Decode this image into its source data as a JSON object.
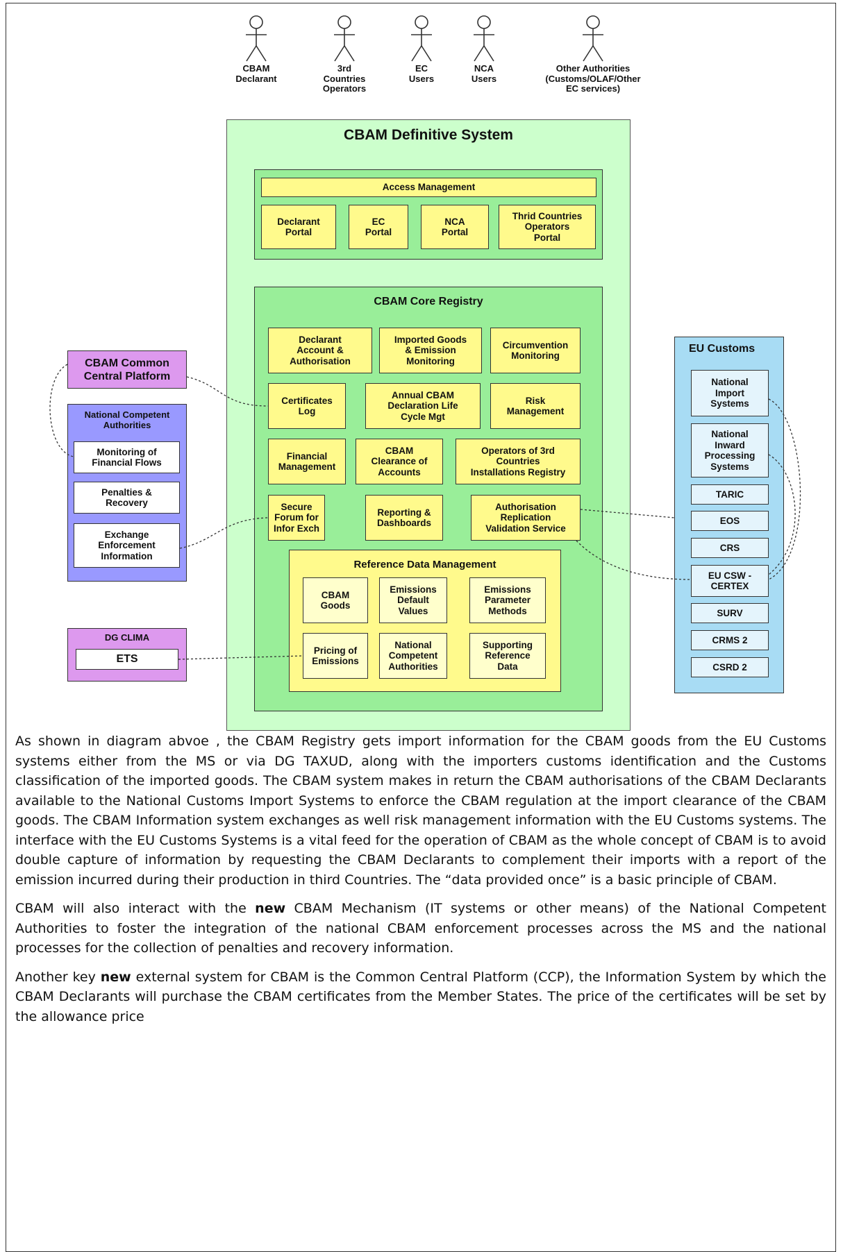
{
  "actors": [
    {
      "label": "CBAM\nDeclarant"
    },
    {
      "label": "3rd\nCountries\nOperators"
    },
    {
      "label": "EC\nUsers"
    },
    {
      "label": "NCA\nUsers"
    },
    {
      "label": "Other Authorities\n(Customs/OLAF/Other\nEC services)"
    }
  ],
  "definitive": {
    "title": "CBAM Definitive System",
    "access": {
      "title": "Access Management",
      "portals": [
        "Declarant\nPortal",
        "EC\nPortal",
        "NCA\nPortal",
        "Thrid Countries\nOperators\nPortal"
      ]
    },
    "core": {
      "title": "CBAM Core Registry",
      "modules": [
        "Declarant\nAccount &\nAuthorisation",
        "Imported Goods\n& Emission\nMonitoring",
        "Circumvention\nMonitoring",
        "Certificates\nLog",
        "Annual CBAM\nDeclaration Life\nCycle Mgt",
        "Risk\nManagement",
        "Financial\nManagement",
        "CBAM\nClearance of\nAccounts",
        "Operators of 3rd\nCountries\nInstallations Registry",
        "Secure\nForum for\nInfor Exch",
        "Reporting &\nDashboards",
        "Authorisation\nReplication\nValidation Service"
      ],
      "refdata": {
        "title": "Reference Data Management",
        "items": [
          "CBAM\nGoods",
          "Emissions\nDefault\nValues",
          "Emissions\nParameter\nMethods",
          "Pricing of\nEmissions",
          "National\nCompetent\nAuthorities",
          "Supporting\nReference\nData"
        ]
      }
    }
  },
  "ccp": {
    "title": "CBAM Common\nCentral Platform"
  },
  "nca": {
    "title": "National Competent\nAuthorities",
    "items": [
      "Monitoring of\nFinancial Flows",
      "Penalties &\nRecovery",
      "Exchange\nEnforcement\nInformation"
    ]
  },
  "dgclima": {
    "title": "DG CLIMA",
    "item": "ETS"
  },
  "customs": {
    "title": "EU Customs",
    "items": [
      "National\nImport\nSystems",
      "National\nInward\nProcessing\nSystems",
      "TARIC",
      "EOS",
      "CRS",
      "EU CSW -\nCERTEX",
      "SURV",
      "CRMS 2",
      "CSRD 2"
    ]
  },
  "colors": {
    "definitive_bg": "#ccffcc",
    "core_bg": "#99ee99",
    "yellow": "#fffa8c",
    "ccp_bg": "#dd99ee",
    "nca_bg": "#9999ff",
    "customs_bg": "#a8dcf4"
  },
  "text": {
    "p1": "As shown in diagram abvoe , the CBAM Registry gets import information for the CBAM goods from the EU Customs systems either from the MS or via DG TAXUD, along with the importers customs identification and the Customs classification of the imported goods. The CBAM system makes in return the CBAM authorisations of the CBAM Declarants available to the National Customs Import Systems to enforce the CBAM regulation at the import clearance of the CBAM goods. The CBAM Information system exchanges as well risk management information with the EU Customs systems. The interface with the EU Customs Systems is a vital feed for the operation of CBAM as the whole concept of CBAM is to avoid double capture of information by requesting the CBAM Declarants to complement their imports with a report of the emission incurred during their production in third Countries. The “data provided once” is a basic principle of CBAM.",
    "p2_before": "CBAM will also interact with the ",
    "p2_bold": "new",
    "p2_after": " CBAM Mechanism (IT systems or other means) of the National Competent Authorities to foster the integration of the national CBAM enforcement processes across the MS and the national processes for the collection of penalties and recovery information.",
    "p3_before": "Another key ",
    "p3_bold": "new",
    "p3_after": " external system for CBAM is the Common Central Platform (CCP), the Information System by which the CBAM Declarants will purchase the CBAM certificates from the Member States. The price of the certificates will be set by the allowance price"
  }
}
